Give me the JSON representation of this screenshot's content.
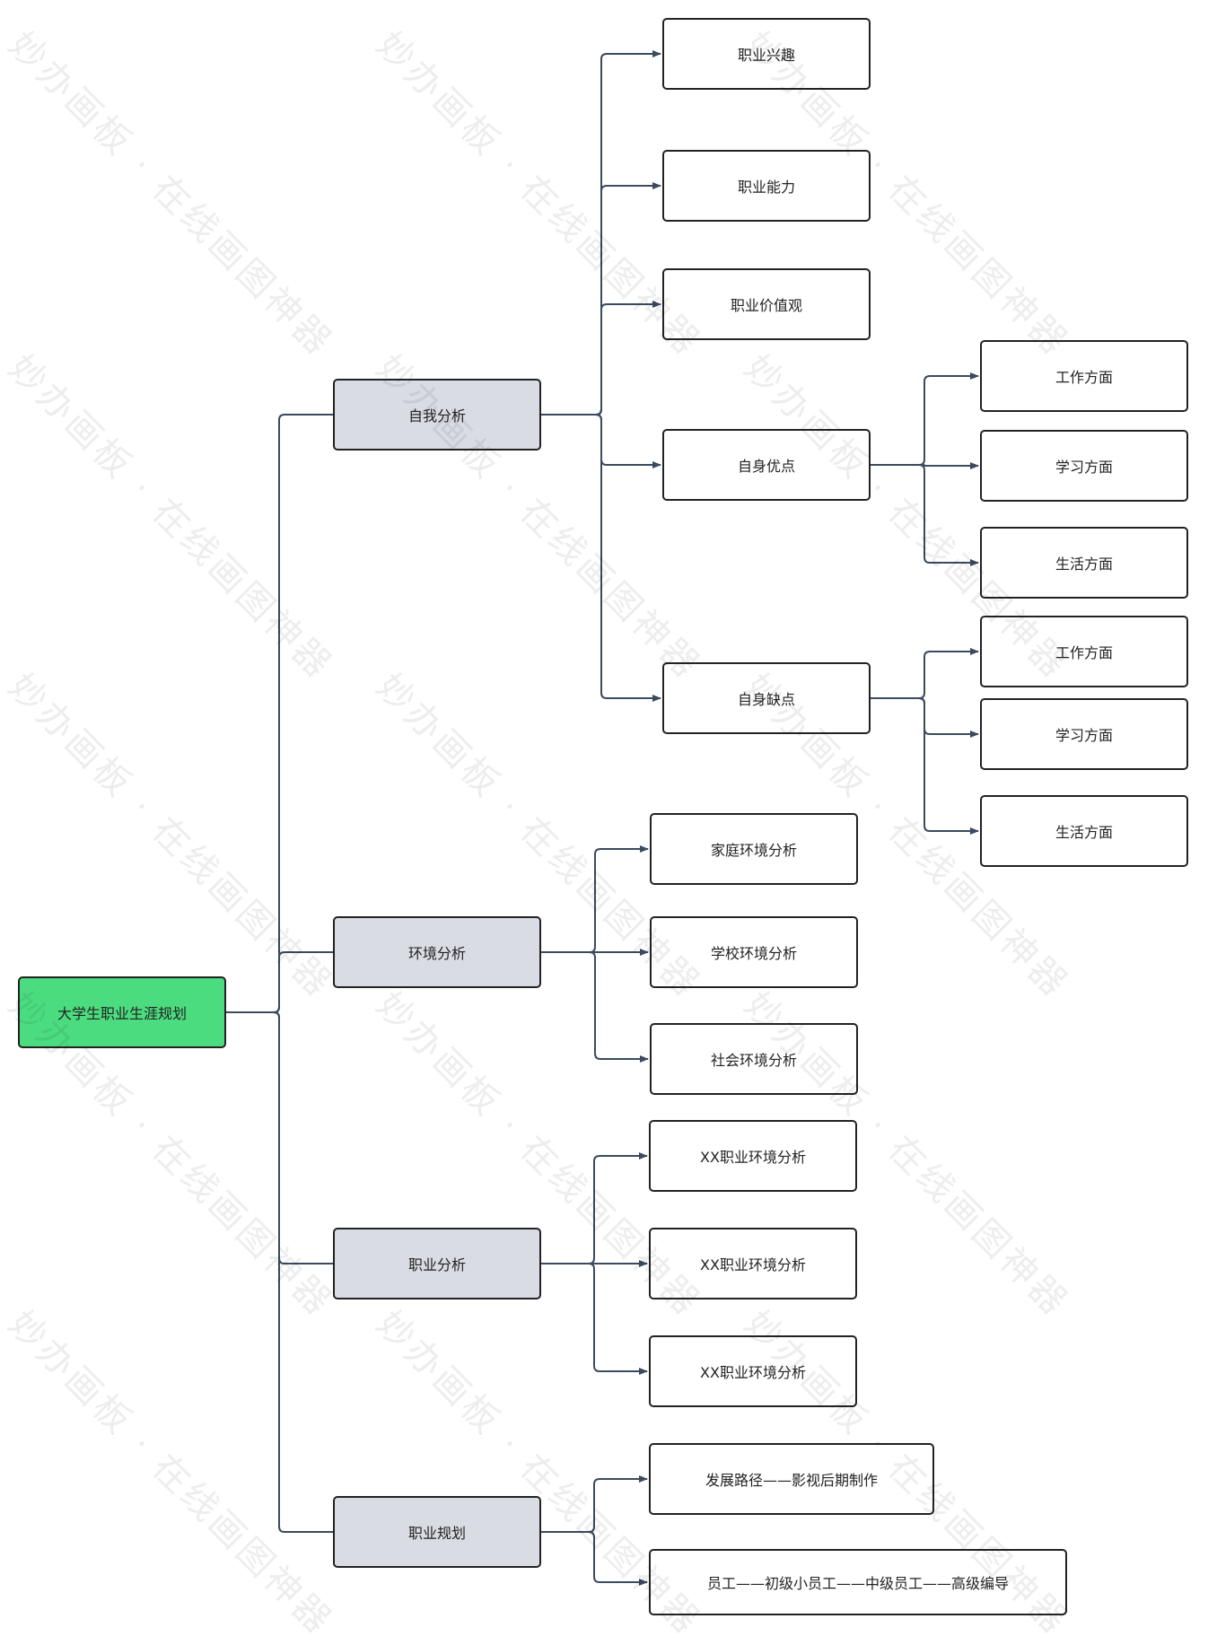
{
  "root": "大学生职业生涯规划",
  "level1": [
    "自我分析",
    "环境分析",
    "职业分析",
    "职业规划"
  ],
  "self_analysis": [
    "职业兴趣",
    "职业能力",
    "职业价值观",
    "自身优点",
    "自身缺点"
  ],
  "strengths": [
    "工作方面",
    "学习方面",
    "生活方面"
  ],
  "weaknesses": [
    "工作方面",
    "学习方面",
    "生活方面"
  ],
  "environment": [
    "家庭环境分析",
    "学校环境分析",
    "社会环境分析"
  ],
  "career": [
    "XX职业环境分析",
    "XX职业环境分析",
    "XX职业环境分析"
  ],
  "planning": [
    "发展路径——影视后期制作",
    "员工——初级小员工——中级员工——高级编导"
  ],
  "watermark": "妙办画板 · 在线画图神器",
  "colors": {
    "root": "#4cdc80",
    "level1": "#d9dce3",
    "line": "#3b4a5e"
  }
}
